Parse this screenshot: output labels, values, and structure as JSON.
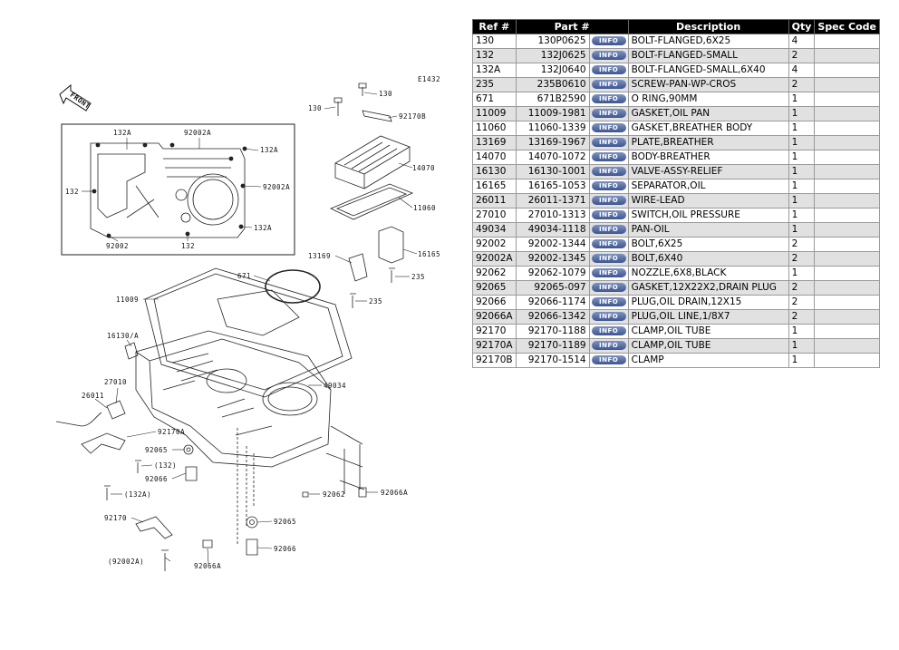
{
  "diagram": {
    "code": "E1432",
    "front_label": "FRONT",
    "callouts": {
      "c130a": "130",
      "c130b": "130",
      "c92170b": "92170B",
      "c14070": "14070",
      "c11060": "11060",
      "c16165": "16165",
      "c235a": "235",
      "c13169": "13169",
      "c235b": "235",
      "c132a_inset": "132A",
      "c92002a_inset1": "92002A",
      "c132a_inset2": "132A",
      "c132_inset": "132",
      "c92002a_inset2": "92002A",
      "c132a_inset3": "132A",
      "c92002_inset": "92002",
      "c132_inset2": "132",
      "c671": "671",
      "c11009": "11009",
      "c16130a": "16130/A",
      "c27010": "27010",
      "c26011": "26011",
      "c49034": "49034",
      "c92170a": "92170A",
      "c92065a": "92065",
      "c132p": "(132)",
      "c92066a": "92066",
      "c132ap": "(132A)",
      "c92062": "92062",
      "c92066a2": "92066A",
      "c92170": "92170",
      "c92065b": "92065",
      "c92066b": "92066",
      "c92002ap": "(92002A)",
      "c92066a3": "92066A"
    }
  },
  "table": {
    "headers": {
      "ref": "Ref #",
      "part": "Part #",
      "desc": "Description",
      "qty": "Qty",
      "spec": "Spec Code"
    },
    "info_label": "INFO",
    "rows": [
      {
        "ref": "130",
        "part": "130P0625",
        "desc": "BOLT-FLANGED,6X25",
        "qty": "4",
        "spec": ""
      },
      {
        "ref": "132",
        "part": "132J0625",
        "desc": "BOLT-FLANGED-SMALL",
        "qty": "2",
        "spec": ""
      },
      {
        "ref": "132A",
        "part": "132J0640",
        "desc": "BOLT-FLANGED-SMALL,6X40",
        "qty": "4",
        "spec": ""
      },
      {
        "ref": "235",
        "part": "235B0610",
        "desc": "SCREW-PAN-WP-CROS",
        "qty": "2",
        "spec": ""
      },
      {
        "ref": "671",
        "part": "671B2590",
        "desc": "O RING,90MM",
        "qty": "1",
        "spec": ""
      },
      {
        "ref": "11009",
        "part": "11009-1981",
        "desc": "GASKET,OIL PAN",
        "qty": "1",
        "spec": ""
      },
      {
        "ref": "11060",
        "part": "11060-1339",
        "desc": "GASKET,BREATHER BODY",
        "qty": "1",
        "spec": ""
      },
      {
        "ref": "13169",
        "part": "13169-1967",
        "desc": "PLATE,BREATHER",
        "qty": "1",
        "spec": ""
      },
      {
        "ref": "14070",
        "part": "14070-1072",
        "desc": "BODY-BREATHER",
        "qty": "1",
        "spec": ""
      },
      {
        "ref": "16130",
        "part": "16130-1001",
        "desc": "VALVE-ASSY-RELIEF",
        "qty": "1",
        "spec": ""
      },
      {
        "ref": "16165",
        "part": "16165-1053",
        "desc": "SEPARATOR,OIL",
        "qty": "1",
        "spec": ""
      },
      {
        "ref": "26011",
        "part": "26011-1371",
        "desc": "WIRE-LEAD",
        "qty": "1",
        "spec": ""
      },
      {
        "ref": "27010",
        "part": "27010-1313",
        "desc": "SWITCH,OIL PRESSURE",
        "qty": "1",
        "spec": ""
      },
      {
        "ref": "49034",
        "part": "49034-1118",
        "desc": "PAN-OIL",
        "qty": "1",
        "spec": ""
      },
      {
        "ref": "92002",
        "part": "92002-1344",
        "desc": "BOLT,6X25",
        "qty": "2",
        "spec": ""
      },
      {
        "ref": "92002A",
        "part": "92002-1345",
        "desc": "BOLT,6X40",
        "qty": "2",
        "spec": ""
      },
      {
        "ref": "92062",
        "part": "92062-1079",
        "desc": "NOZZLE,6X8,BLACK",
        "qty": "1",
        "spec": ""
      },
      {
        "ref": "92065",
        "part": "92065-097",
        "desc": "GASKET,12X22X2,DRAIN PLUG",
        "qty": "2",
        "spec": ""
      },
      {
        "ref": "92066",
        "part": "92066-1174",
        "desc": "PLUG,OIL DRAIN,12X15",
        "qty": "2",
        "spec": ""
      },
      {
        "ref": "92066A",
        "part": "92066-1342",
        "desc": "PLUG,OIL LINE,1/8X7",
        "qty": "2",
        "spec": ""
      },
      {
        "ref": "92170",
        "part": "92170-1188",
        "desc": "CLAMP,OIL TUBE",
        "qty": "1",
        "spec": ""
      },
      {
        "ref": "92170A",
        "part": "92170-1189",
        "desc": "CLAMP,OIL TUBE",
        "qty": "1",
        "spec": ""
      },
      {
        "ref": "92170B",
        "part": "92170-1514",
        "desc": "CLAMP",
        "qty": "1",
        "spec": ""
      }
    ]
  }
}
